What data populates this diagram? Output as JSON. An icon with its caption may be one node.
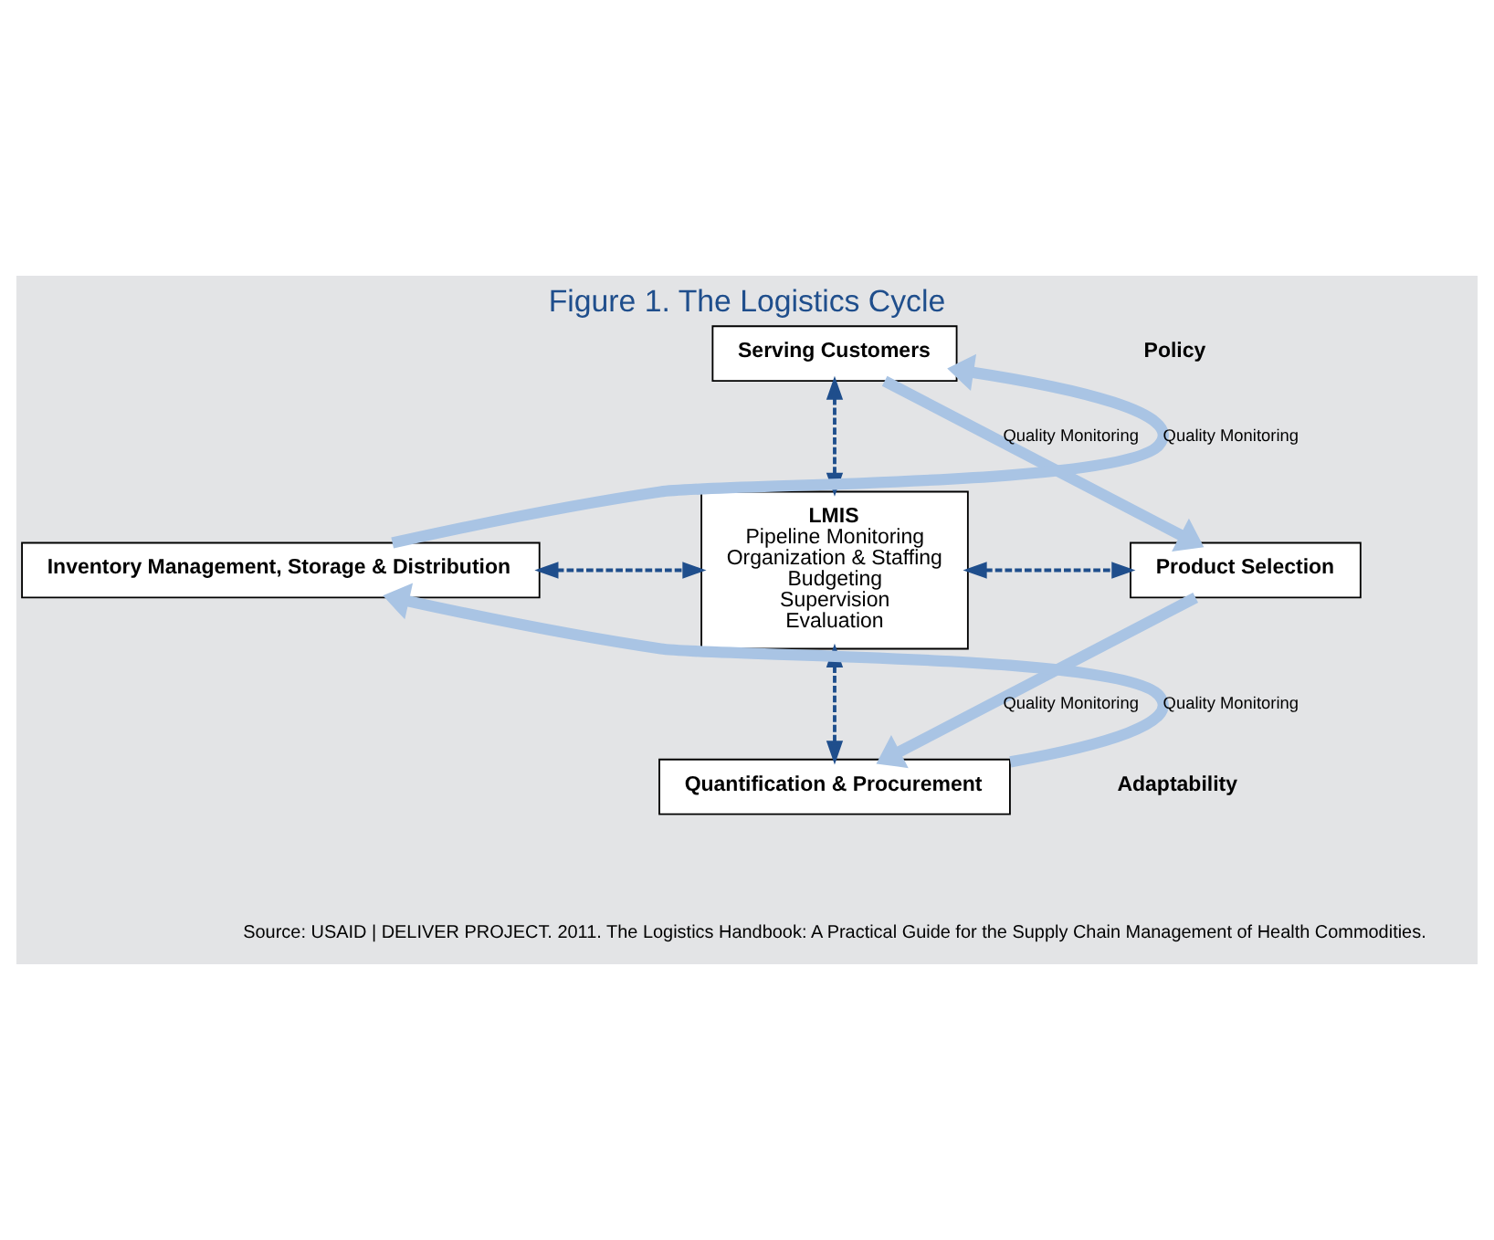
{
  "diagram": {
    "title": "Figure 1. The Logistics Cycle",
    "caption": "Source: USAID | DELIVER PROJECT. 2011. The Logistics Handbook: A Practical Guide for the Supply Chain Management of Health Commodities.",
    "nodes": [
      {
        "text": [
          "Serving Customers"
        ]
      },
      {
        "text": [
          "LMIS",
          "Pipeline Monitoring",
          "Organization & Staffing",
          "Budgeting",
          "Supervision",
          "Evaluation"
        ]
      },
      {
        "text": [
          "Inventory Management, Storage & Distribution"
        ]
      },
      {
        "text": [
          "Product Selection"
        ]
      },
      {
        "text": [
          "Quantification & Procurement"
        ]
      }
    ],
    "edges": [
      {
        "from": 2,
        "to": 0,
        "arrow": "to",
        "label": "Quality Monitoring",
        "style": "thick",
        "color": "#a9c4e4"
      },
      {
        "from": 0,
        "to": 3,
        "arrow": "to",
        "label": "Quality Monitoring",
        "style": "thick",
        "color": "#a9c4e4"
      },
      {
        "from": 3,
        "to": 4,
        "arrow": "to",
        "label": "Quality Monitoring",
        "style": "thick",
        "color": "#a9c4e4"
      },
      {
        "from": 4,
        "to": 2,
        "arrow": "to",
        "label": "Quality Monitoring",
        "style": "thick",
        "color": "#a9c4e4"
      },
      {
        "from": 0,
        "to": 1,
        "arrow": "both",
        "style": "dashed",
        "color": "#1f4e8c"
      },
      {
        "from": 2,
        "to": 1,
        "arrow": "both",
        "style": "dashed",
        "color": "#1f4e8c"
      },
      {
        "from": 1,
        "to": 3,
        "arrow": "both",
        "style": "dashed",
        "color": "#1f4e8c"
      },
      {
        "from": 1,
        "to": 4,
        "arrow": "both",
        "style": "dashed",
        "color": "#1f4e8c"
      }
    ],
    "labels": [
      "Policy",
      "Adaptability"
    ]
  }
}
